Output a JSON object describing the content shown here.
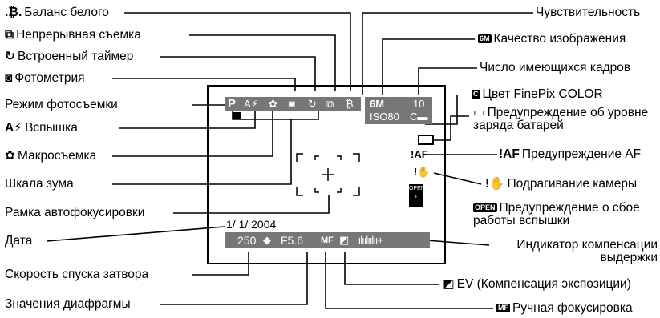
{
  "left_labels": {
    "white_balance": "Баланс белого",
    "continuous": "Непрерывная съемка",
    "self_timer": "Встроенный таймер",
    "metering": "Фотометрия",
    "shooting_mode": "Режим фотосъемки",
    "flash": "Вспышка",
    "macro": "Макросъемка",
    "zoom_scale": "Шкала зума",
    "af_frame": "Рамка автофокусировки",
    "date": "Дата",
    "shutter_speed": "Скорость спуска затвора",
    "aperture": "Значения диафрагмы"
  },
  "right_labels": {
    "sensitivity": "Чувствительность",
    "quality": "Качество изображения",
    "frames": "Число имеющихся кадров",
    "color": "Цвет FinePix COLOR",
    "battery": "Предупреждение об уровне заряда батарей",
    "af_warning": "Предупреждение AF",
    "shake": "Подрагивание камеры",
    "flash_warning": "Предупреждение о сбое работы вспышки",
    "ev_indicator": "Индикатор компенсации выдержки",
    "ev": "EV (Компенсация экспозиции)",
    "manual_focus": "Ручная фокусировка"
  },
  "screen": {
    "mode": "P",
    "quality_badge": "6M",
    "frames_count": "10",
    "iso": "ISO80",
    "af_warning": "!AF",
    "flash_warning_badge": "OPEN",
    "date": "1/ 1/ 2004",
    "shutter": "250",
    "aperture": "F5.6",
    "mf": "MF"
  },
  "icon_text": {
    "quality": "6M",
    "color": "C",
    "af": "!AF",
    "mf": "MF",
    "open": "OPEN"
  }
}
